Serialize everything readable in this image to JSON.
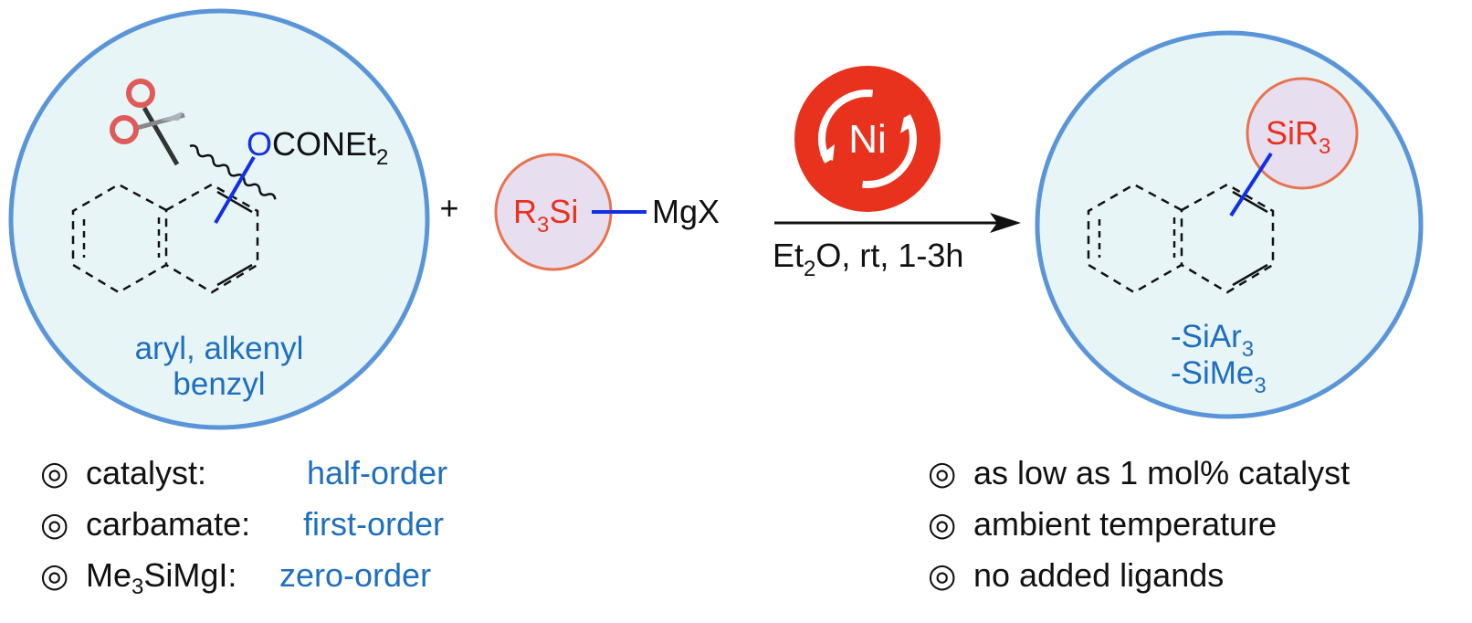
{
  "reactant": {
    "group_O": "O",
    "group_rest": "CONEt",
    "group_sub": "2",
    "scope_line1": "aryl, alkenyl",
    "scope_line2": "benzyl"
  },
  "plus_sign": "+",
  "reagent": {
    "r_label": "R",
    "r_sub": "3",
    "si_label": "Si",
    "mg_label": "MgX"
  },
  "catalyst": {
    "label": "Ni"
  },
  "conditions": {
    "et": "Et",
    "et_sub": "2",
    "rest": "O, rt, 1-3h"
  },
  "product": {
    "group": "SiR",
    "group_sub": "3",
    "scope1": "-SiAr",
    "scope1_sub": "3",
    "scope2": "-SiMe",
    "scope2_sub": "3"
  },
  "kinetics": {
    "bullet": "◎",
    "rows": [
      {
        "label": "catalyst:",
        "value": "half-order"
      },
      {
        "label": "carbamate:",
        "value": "first-order"
      },
      {
        "label_pre": "Me",
        "label_sub": "3",
        "label_post": "SiMgI:",
        "value": "zero-order"
      }
    ]
  },
  "advantages": {
    "bullet": "◎",
    "rows": [
      "as low as 1 mol% catalyst",
      "ambient temperature",
      "no added ligands"
    ]
  },
  "colors": {
    "circle_fill": "#e8f5f7",
    "circle_stroke": "#5a95d9",
    "accent_red": "#e8321e",
    "bond_blue": "#1030e6",
    "text_blue": "#1f6fbf",
    "lavender": "#e7def0",
    "orange_stroke": "#e8734e"
  }
}
